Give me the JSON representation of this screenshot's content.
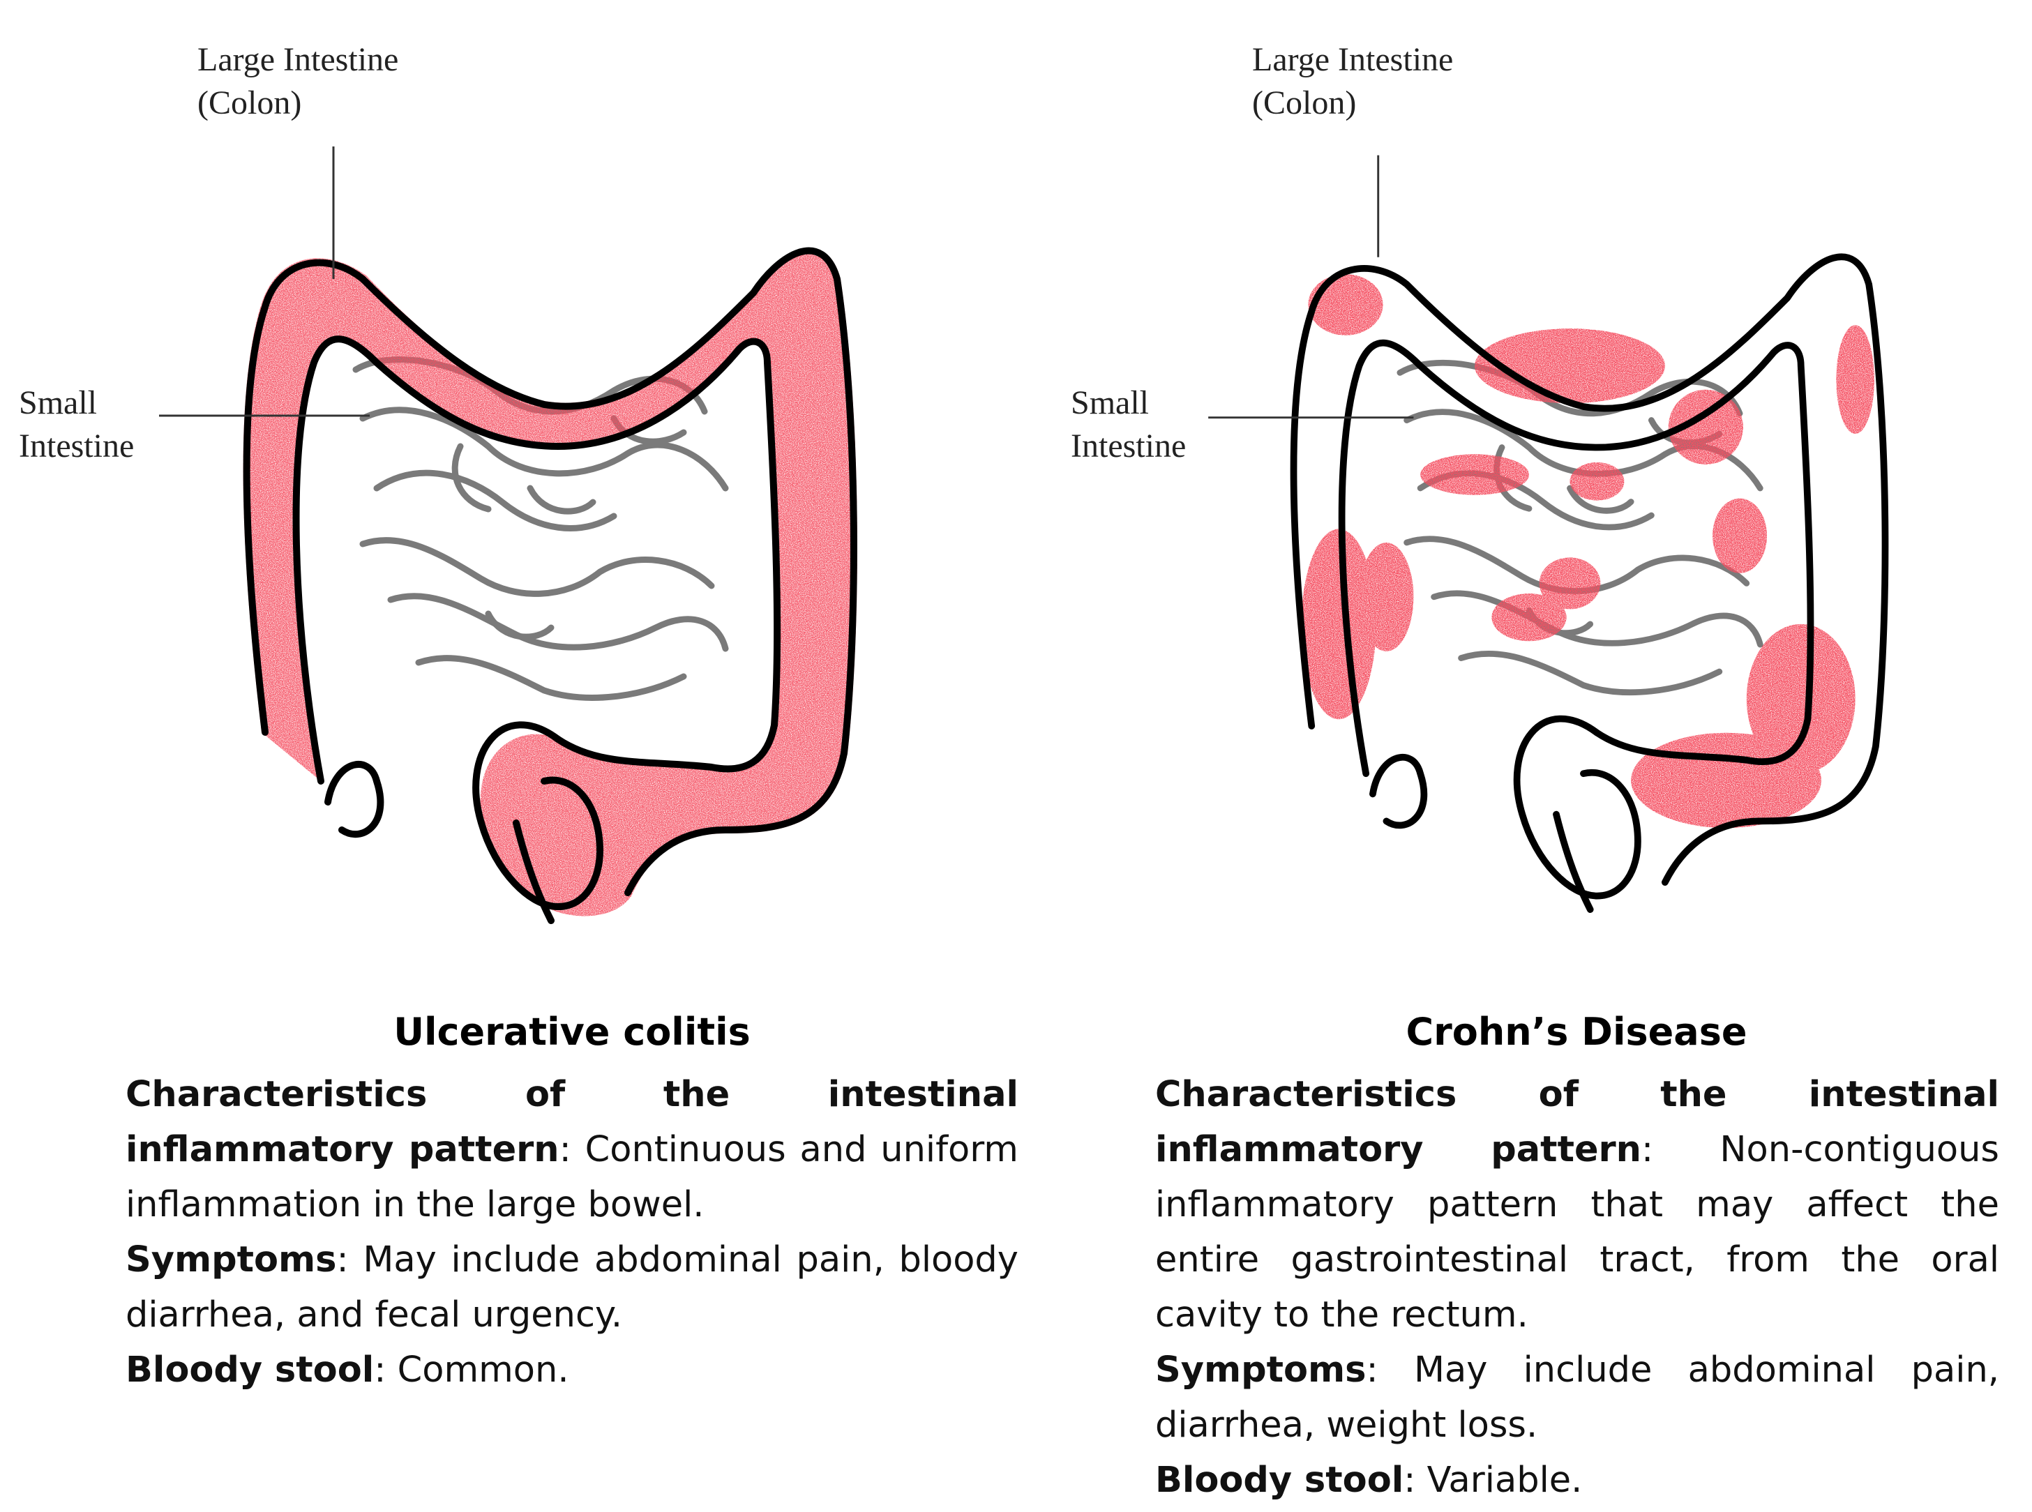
{
  "colors": {
    "inflammation": "#e8141e",
    "colon_outline": "#000000",
    "small_intestine": "#7a7a7a",
    "text": "#111111"
  },
  "panels": [
    {
      "title": "Ulcerative colitis",
      "large_intestine_label": [
        "Large Intestine",
        "(Colon)"
      ],
      "small_intestine_label": [
        "Small",
        "Intestine"
      ],
      "pattern_label": "Characteristics of the intestinal inflammatory pattern",
      "pattern_text": ": Continuous and uniform inflammation in the large bowel.",
      "symptoms_label": "Symptoms",
      "symptoms_text": ": May include abdominal pain, bloody diarrhea, and fecal urgency.",
      "stool_label": "Bloody stool",
      "stool_text": ": Common."
    },
    {
      "title": "Crohn’s Disease",
      "large_intestine_label": [
        "Large Intestine",
        "(Colon)"
      ],
      "small_intestine_label": [
        "Small",
        "Intestine"
      ],
      "pattern_label": "Characteristics of the intestinal inflammatory pattern",
      "pattern_text": ": Non-contiguous inflammatory pattern that may affect the entire gastrointestinal tract, from the oral cavity to the rectum.",
      "symptoms_label": "Symptoms",
      "symptoms_text": ": May include abdominal pain, diarrhea, weight loss.",
      "stool_label": "Bloody stool",
      "stool_text": ": Variable."
    }
  ]
}
